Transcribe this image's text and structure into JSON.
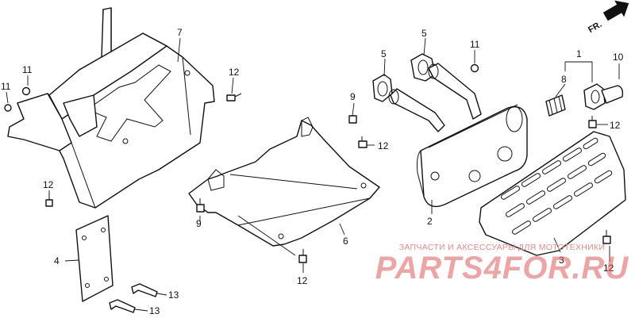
{
  "direction": {
    "label": "FR."
  },
  "callouts": {
    "c1": "1",
    "c2": "2",
    "c3": "3",
    "c4": "4",
    "c5a": "5",
    "c5b": "5",
    "c6": "6",
    "c7": "7",
    "c8": "8",
    "c9a": "9",
    "c9b": "9",
    "c10": "10",
    "c11a": "11",
    "c11b": "11",
    "c11c": "11",
    "c12a": "12",
    "c12b": "12",
    "c12c": "12",
    "c12d": "12",
    "c12e": "12",
    "c12f": "12",
    "c13a": "13",
    "c13b": "13"
  },
  "watermark": {
    "caption": "ЗАПЧАСТИ И АКСЕССУАРЫ ДЛЯ МОТОТЕХНИКИ",
    "logo": "PARTS4FOR.RU"
  },
  "colors": {
    "line": "#111111",
    "watermark": "#e05a5a"
  }
}
